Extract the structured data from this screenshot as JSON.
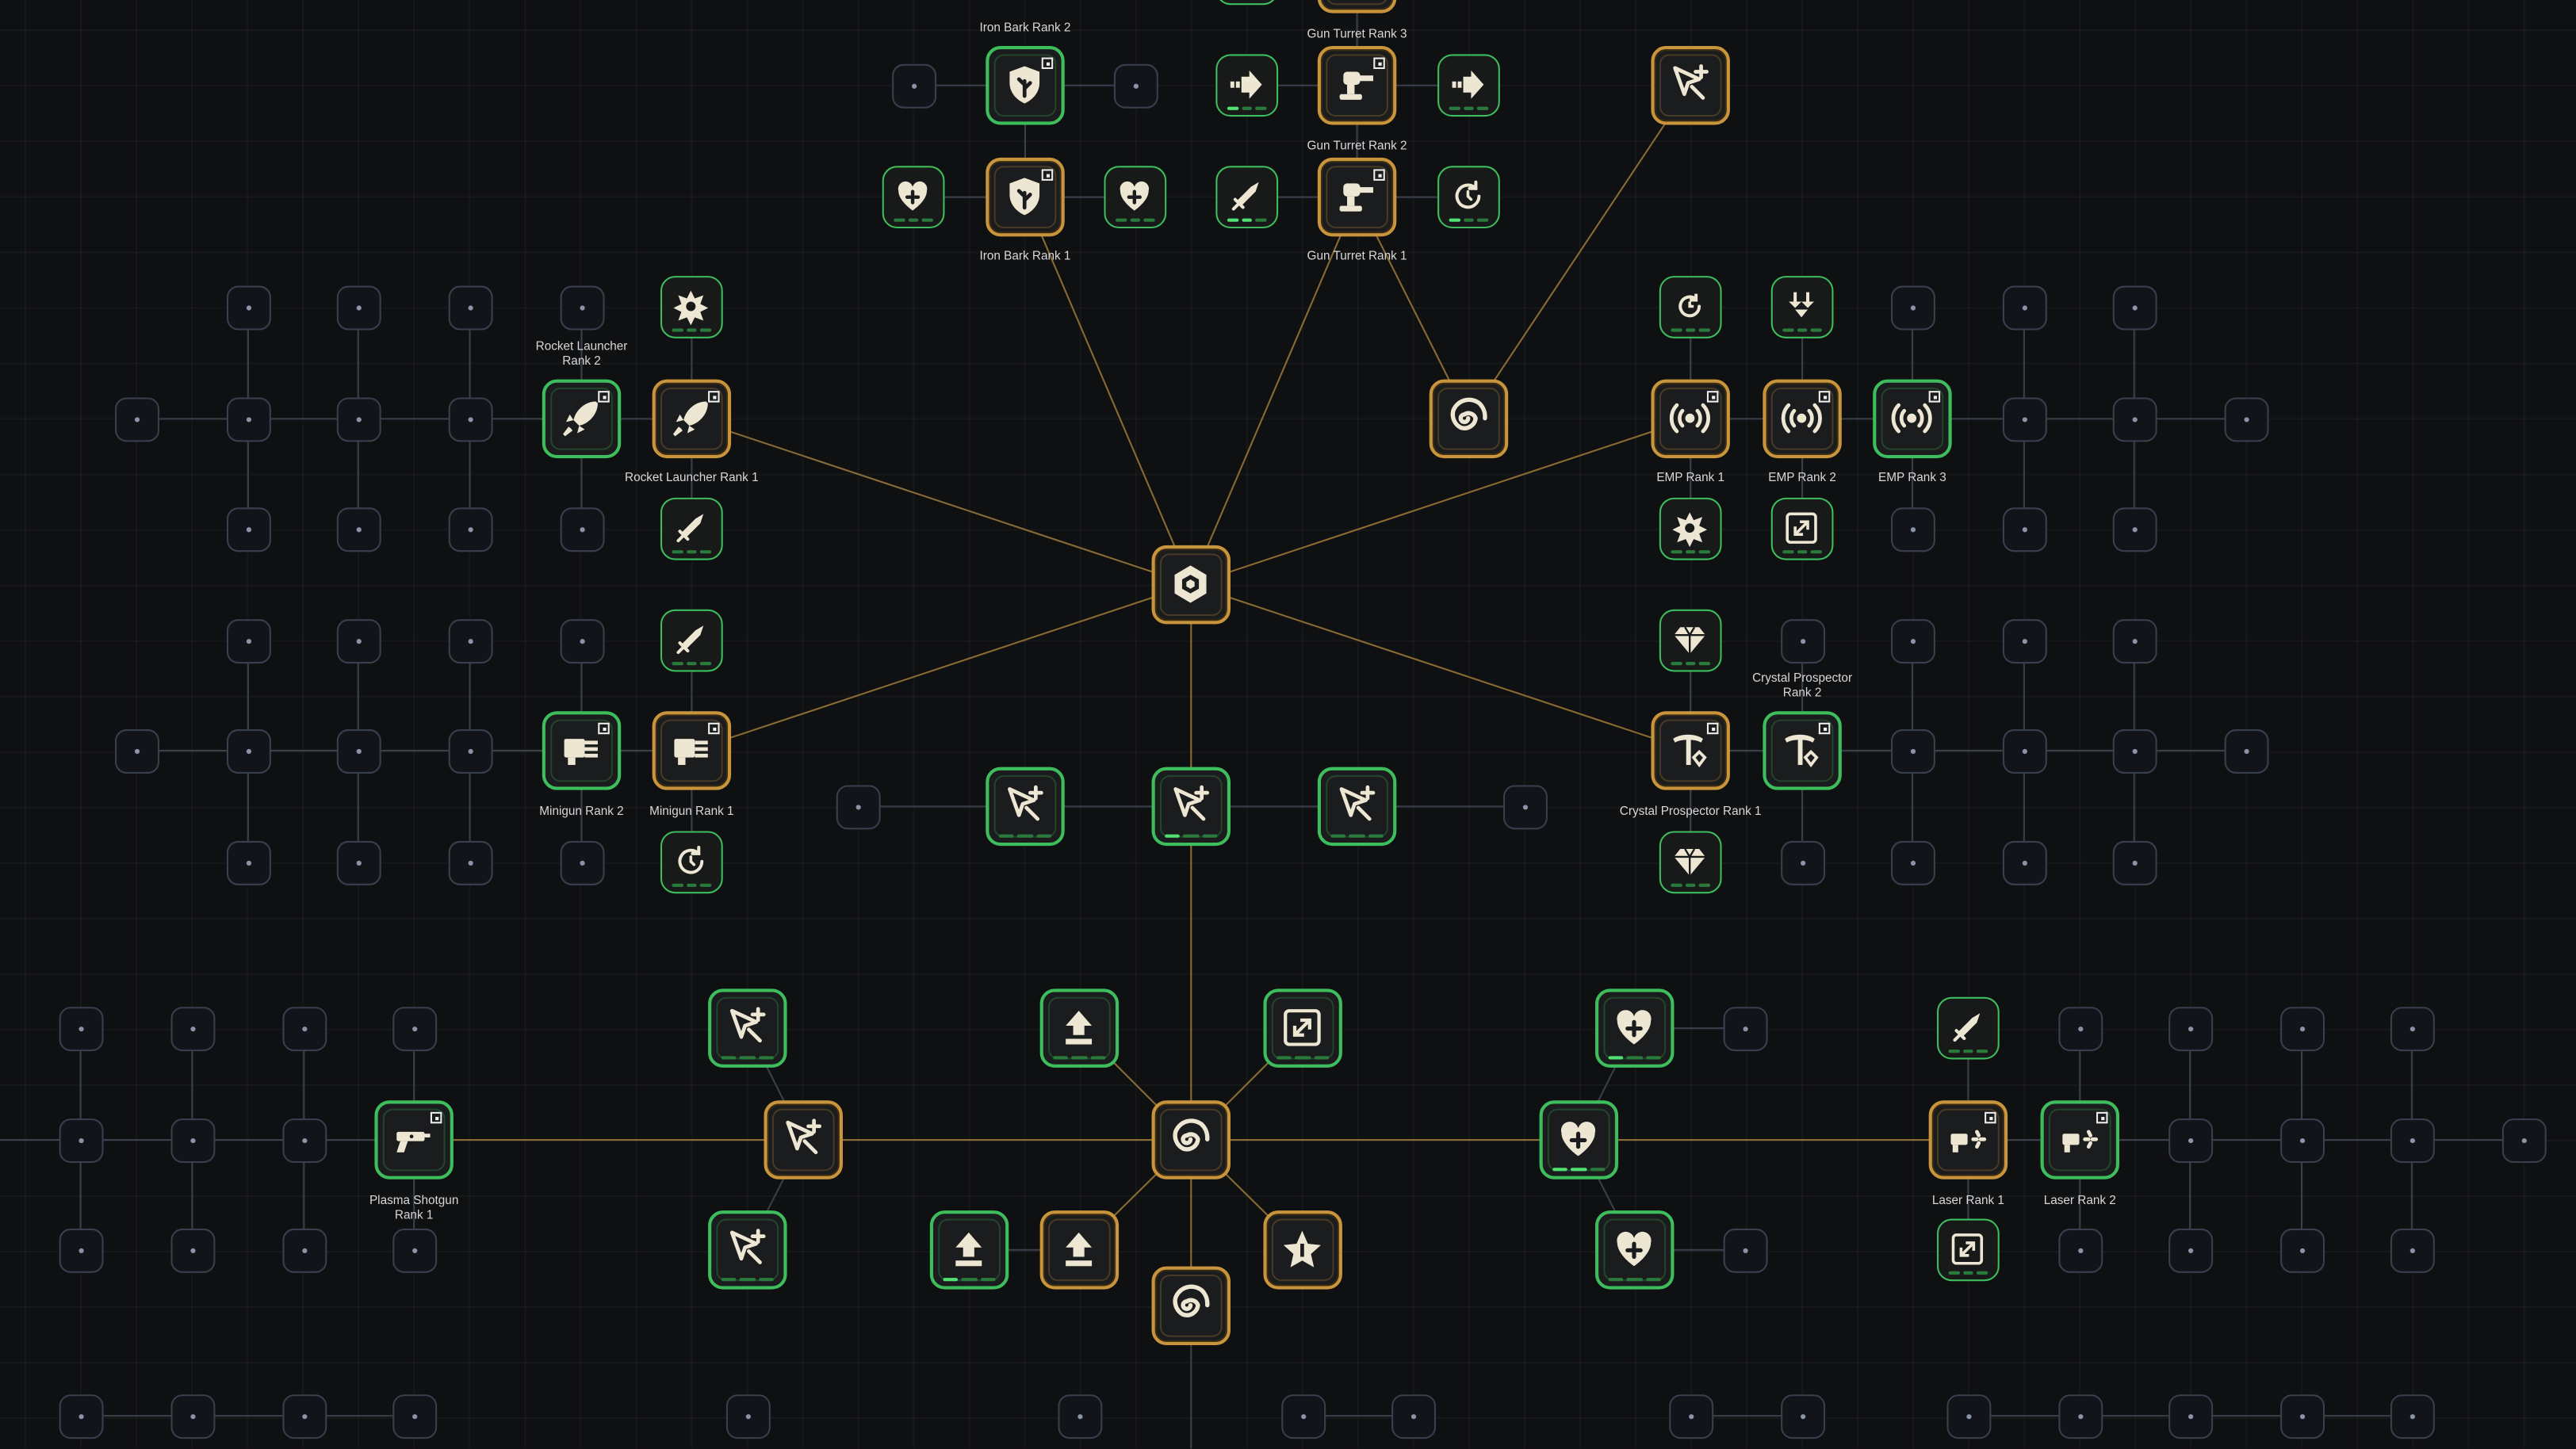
{
  "colors": {
    "background": "#0f1012",
    "gold_border": "#c8953c",
    "green_border": "#3dbd5c",
    "locked_border": "#3a3f4e",
    "icon_fill": "#ede6d3",
    "link_gold": "#8a6b35"
  },
  "labels": {
    "iron_bark_2": "Iron Bark Rank 2",
    "iron_bark_1": "Iron Bark Rank 1",
    "gun_turret_3": "Gun Turret Rank 3",
    "gun_turret_2": "Gun Turret Rank 2",
    "gun_turret_1": "Gun Turret Rank 1",
    "rocket_launcher_2": "Rocket Launcher Rank 2",
    "rocket_launcher_1": "Rocket Launcher Rank 1",
    "emp_1": "EMP Rank 1",
    "emp_2": "EMP Rank 2",
    "emp_3": "EMP Rank 3",
    "minigun_2": "Minigun Rank 2",
    "minigun_1": "Minigun Rank 1",
    "crystal_prospector_2": "Crystal Prospector Rank 2",
    "crystal_prospector_1": "Crystal Prospector Rank 1",
    "plasma_shotgun_1": "Plasma Shotgun Rank 1",
    "laser_1": "Laser Rank 1",
    "laser_2": "Laser Rank 2"
  },
  "nodes": [
    {
      "id": "iron_bark_2",
      "icon": "shield-leaf-icon",
      "size": "big",
      "border": "green",
      "badge": true
    },
    {
      "id": "iron_bark_1",
      "icon": "shield-leaf-icon",
      "size": "big",
      "border": "gold",
      "badge": true
    },
    {
      "id": "gun_turret_3",
      "icon": "turret-icon",
      "size": "big",
      "border": "gold",
      "badge": true
    },
    {
      "id": "gun_turret_2",
      "icon": "turret-icon",
      "size": "big",
      "border": "gold",
      "badge": true
    },
    {
      "id": "gun_turret_1",
      "icon": "turret-icon",
      "size": "big",
      "border": "gold",
      "badge": true
    },
    {
      "id": "rocket_launcher_2",
      "icon": "rocket-icon",
      "size": "big",
      "border": "green",
      "badge": true
    },
    {
      "id": "rocket_launcher_1",
      "icon": "rocket-icon",
      "size": "big",
      "border": "gold",
      "badge": true
    },
    {
      "id": "emp_1",
      "icon": "emp-icon",
      "size": "big",
      "border": "gold",
      "badge": true
    },
    {
      "id": "emp_2",
      "icon": "emp-icon",
      "size": "big",
      "border": "gold",
      "badge": true
    },
    {
      "id": "emp_3",
      "icon": "emp-icon",
      "size": "big",
      "border": "green",
      "badge": true
    },
    {
      "id": "minigun_2",
      "icon": "minigun-icon",
      "size": "big",
      "border": "green",
      "badge": true
    },
    {
      "id": "minigun_1",
      "icon": "minigun-icon",
      "size": "big",
      "border": "gold",
      "badge": true
    },
    {
      "id": "crystal_prospector_2",
      "icon": "pickaxe-icon",
      "size": "big",
      "border": "green",
      "badge": true
    },
    {
      "id": "crystal_prospector_1",
      "icon": "pickaxe-icon",
      "size": "big",
      "border": "gold",
      "badge": true
    },
    {
      "id": "plasma_shotgun_1",
      "icon": "shotgun-icon",
      "size": "big",
      "border": "green",
      "badge": true
    },
    {
      "id": "laser_1",
      "icon": "laser-icon",
      "size": "big",
      "border": "gold",
      "badge": true
    },
    {
      "id": "laser_2",
      "icon": "laser-icon",
      "size": "big",
      "border": "green",
      "badge": true
    },
    {
      "id": "core_top",
      "icon": "core-hex-icon",
      "size": "big",
      "border": "gold"
    },
    {
      "id": "spiral_top_right",
      "icon": "spiral-icon",
      "size": "big",
      "border": "gold"
    },
    {
      "id": "cursor_top_right",
      "icon": "cursor-plus-icon",
      "size": "big",
      "border": "gold"
    },
    {
      "id": "core_bottom",
      "icon": "spiral-icon",
      "size": "big",
      "border": "gold"
    },
    {
      "id": "spiral_bottom",
      "icon": "spiral-icon",
      "size": "big",
      "border": "gold"
    },
    {
      "id": "cursor_bottom_left",
      "icon": "cursor-plus-icon",
      "size": "big",
      "border": "gold"
    },
    {
      "id": "star_bottom",
      "icon": "star-icon",
      "size": "big",
      "border": "gold"
    },
    {
      "id": "upload_bottom_b",
      "icon": "upload-icon",
      "size": "big",
      "border": "gold"
    },
    {
      "id": "upload_bottom_a",
      "icon": "upload-icon",
      "size": "big",
      "border": "green",
      "progress": 1
    },
    {
      "id": "upload_bottom_top",
      "icon": "upload-icon",
      "size": "big",
      "border": "green",
      "progress": 0
    },
    {
      "id": "expand_bottom",
      "icon": "expand-icon",
      "size": "big",
      "border": "green",
      "progress": 0
    },
    {
      "id": "cursor_mid_left",
      "icon": "cursor-plus-icon",
      "size": "big",
      "border": "green",
      "progress": 0
    },
    {
      "id": "cursor_mid_center",
      "icon": "cursor-plus-icon",
      "size": "big",
      "border": "green",
      "progress": 1
    },
    {
      "id": "cursor_mid_right",
      "icon": "cursor-plus-icon",
      "size": "big",
      "border": "green",
      "progress": 0
    },
    {
      "id": "cursor_bl_top",
      "icon": "cursor-plus-icon",
      "size": "big",
      "border": "green",
      "progress": 0
    },
    {
      "id": "cursor_bl_bottom",
      "icon": "cursor-plus-icon",
      "size": "big",
      "border": "green",
      "progress": 0
    },
    {
      "id": "heart_br_top",
      "icon": "heart-plus-icon",
      "size": "big",
      "border": "green",
      "progress": 1
    },
    {
      "id": "heart_br_mid",
      "icon": "heart-plus-icon",
      "size": "big",
      "border": "green",
      "progress": 2
    },
    {
      "id": "heart_br_bottom",
      "icon": "heart-plus-icon",
      "size": "big",
      "border": "green",
      "progress": 0
    },
    {
      "id": "arrow_tl_1",
      "icon": "arrow-right-icon",
      "size": "small",
      "progress": 1
    },
    {
      "id": "arrow_tl_2",
      "icon": "arrow-right-icon",
      "size": "small",
      "progress": 0
    },
    {
      "id": "arrow_tl_3",
      "icon": "arrow-right-icon",
      "size": "small",
      "progress": 0
    },
    {
      "id": "heart_tl_l",
      "icon": "heart-plus-icon",
      "size": "small",
      "progress": 0
    },
    {
      "id": "heart_tl_r",
      "icon": "heart-plus-icon",
      "size": "small",
      "progress": 0
    },
    {
      "id": "sword_tl",
      "icon": "sword-icon",
      "size": "small",
      "progress": 2
    },
    {
      "id": "refresh_tl",
      "icon": "refresh-icon",
      "size": "small",
      "progress": 1
    },
    {
      "id": "burst_rocket",
      "icon": "burst-star-icon",
      "size": "small",
      "progress": 0
    },
    {
      "id": "sword_rocket",
      "icon": "sword-icon",
      "size": "small",
      "progress": 0
    },
    {
      "id": "sword_minigun",
      "icon": "sword-icon",
      "size": "small",
      "progress": 0
    },
    {
      "id": "refresh_minigun",
      "icon": "refresh-icon",
      "size": "small",
      "progress": 0
    },
    {
      "id": "timer_emp",
      "icon": "timer-icon",
      "size": "small",
      "progress": 0
    },
    {
      "id": "down_emp",
      "icon": "chevrons-down-icon",
      "size": "small",
      "progress": 0
    },
    {
      "id": "burst_emp",
      "icon": "burst-star-icon",
      "size": "small",
      "progress": 0
    },
    {
      "id": "expand_emp",
      "icon": "expand-icon",
      "size": "small",
      "progress": 0
    },
    {
      "id": "gem_cp_top",
      "icon": "gem-icon",
      "size": "small",
      "progress": 0
    },
    {
      "id": "gem_cp_bottom",
      "icon": "gem-icon",
      "size": "small",
      "progress": 0
    },
    {
      "id": "sword_laser",
      "icon": "sword-icon",
      "size": "small",
      "progress": 0
    },
    {
      "id": "expand_laser",
      "icon": "expand-icon",
      "size": "small",
      "progress": 0
    }
  ]
}
